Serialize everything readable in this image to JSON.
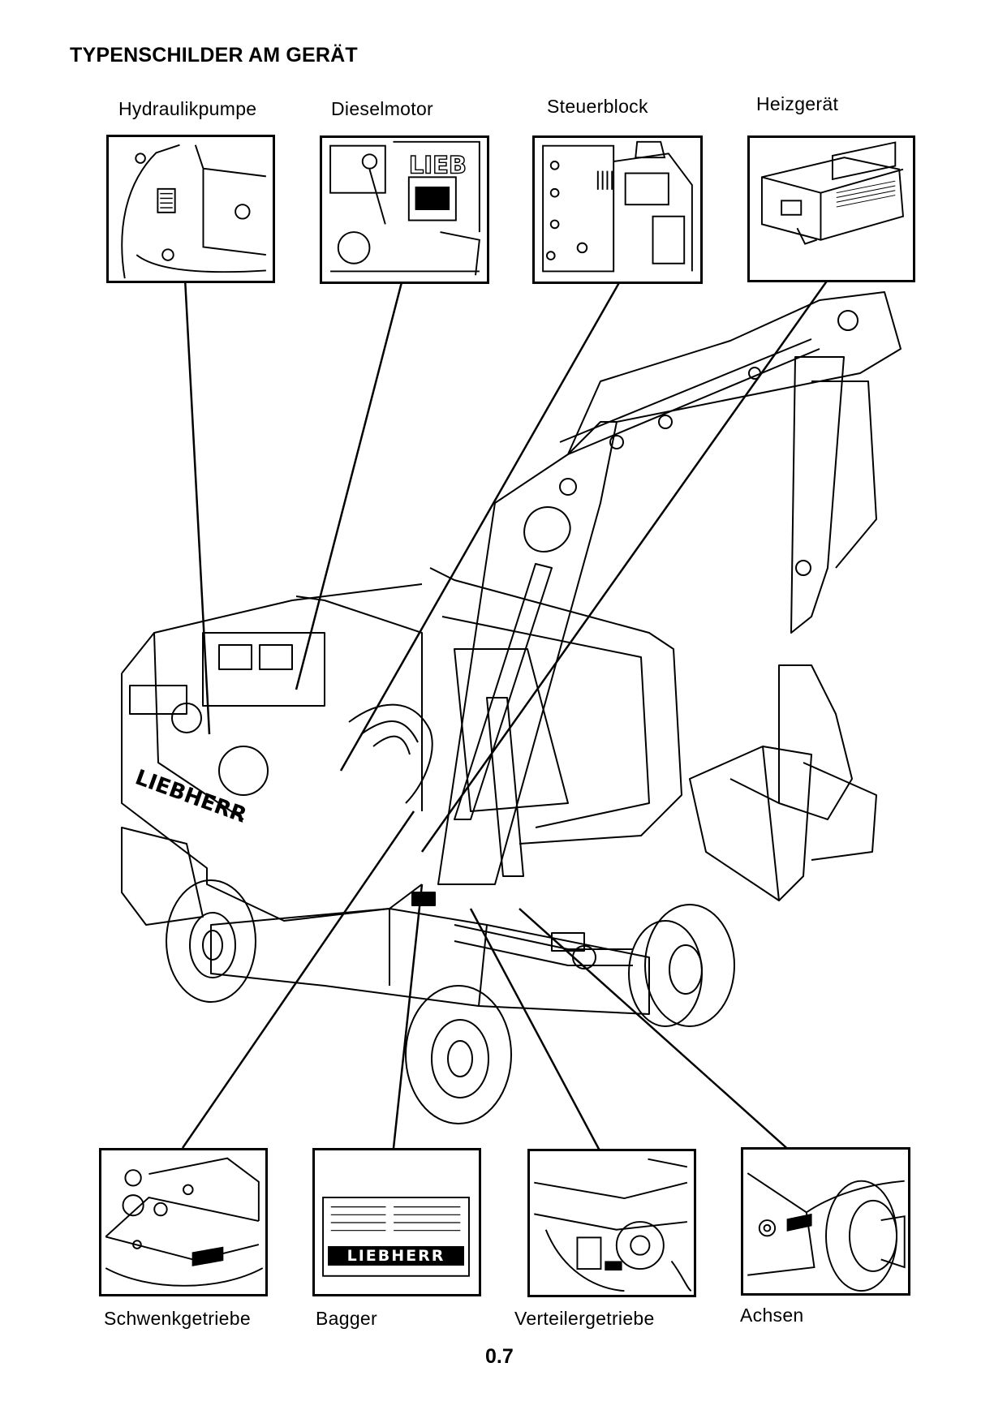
{
  "title": "TYPENSCHILDER AM GERÄT",
  "page_number": "0.7",
  "labels_top": {
    "hydraulikpumpe": "Hydraulikpumpe",
    "dieselmotor": "Dieselmotor",
    "steuerblock": "Steuerblock",
    "heizgeraet": "Heizgerät"
  },
  "labels_bottom": {
    "schwenkgetriebe": "Schwenkgetriebe",
    "bagger": "Bagger",
    "verteilergetriebe": "Verteilergetriebe",
    "achsen": "Achsen"
  },
  "brand": "LIEBHERR"
}
